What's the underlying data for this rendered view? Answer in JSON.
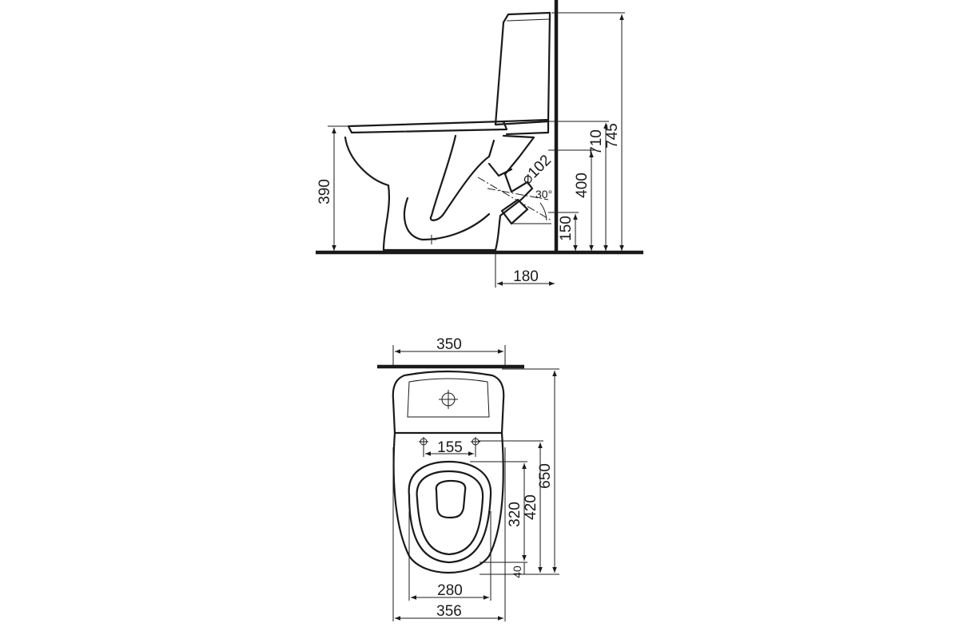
{
  "dimensions": {
    "side_view": {
      "seat_height": "390",
      "outlet_height": "150",
      "inlet_height": "400",
      "bowl_top_height": "710",
      "total_height": "745",
      "outlet_diameter": "⌀102",
      "outlet_angle": "30°",
      "outlet_wall_distance": "180"
    },
    "top_view": {
      "tank_width": "350",
      "hinge_spacing": "155",
      "total_depth": "650",
      "bowl_depth": "420",
      "seat_depth": "320",
      "front_offset": "40",
      "seat_width": "280",
      "bowl_width": "356"
    }
  }
}
